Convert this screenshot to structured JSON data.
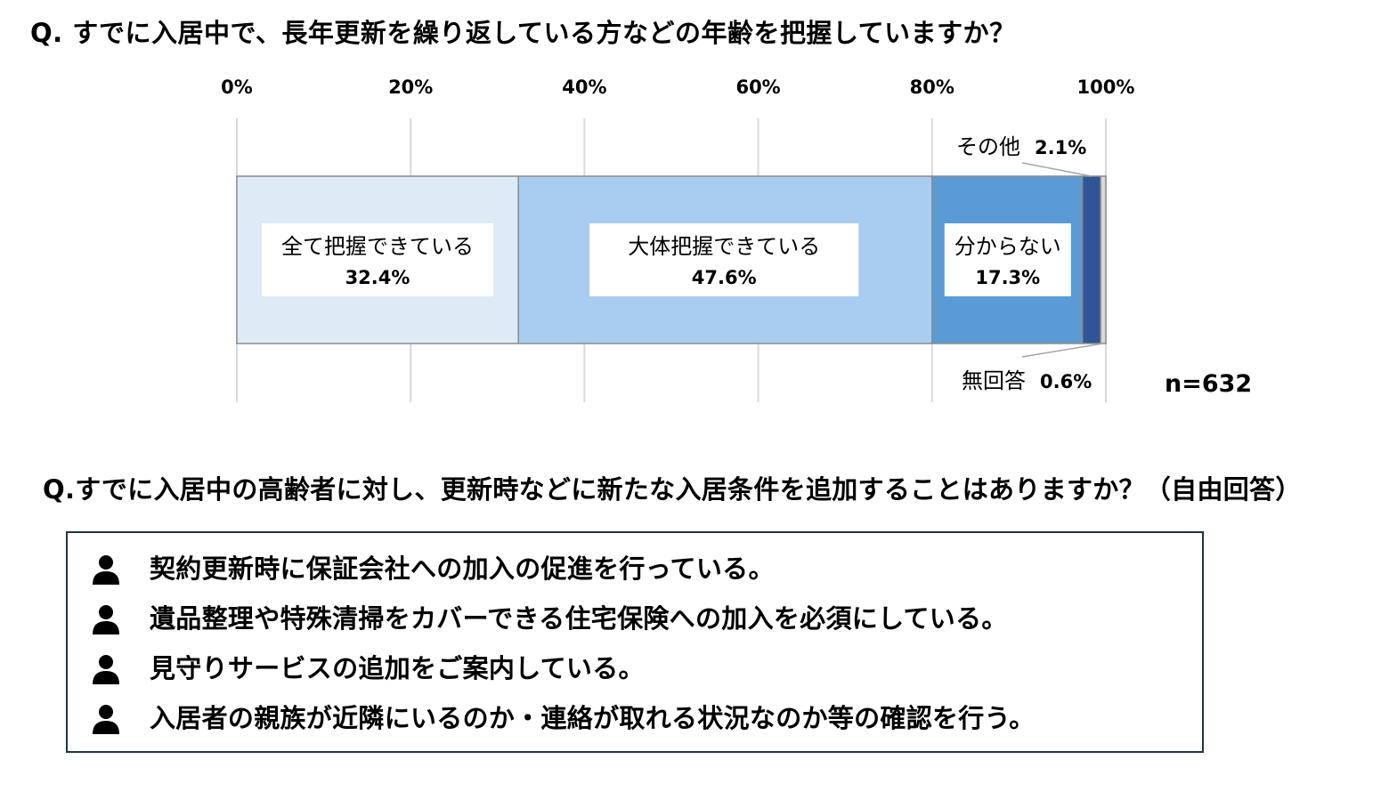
{
  "question1": "Q.  すでに入居中で、長年更新を繰り返している方などの年齢を把握していますか？",
  "question2": "Q.すでに入居中の高齢者に対し、更新時などに新たな入居条件を追加することはありますか？（自由回答）",
  "chart_data": {
    "type": "bar",
    "orientation": "horizontal-stacked-100",
    "x_ticks": [
      "0%",
      "20%",
      "40%",
      "60%",
      "80%",
      "100%"
    ],
    "xlim": [
      0,
      100
    ],
    "grid": true,
    "series": [
      {
        "name": "全て把握できている",
        "value": 32.4,
        "label": "32.4%",
        "color": "#ddebf7"
      },
      {
        "name": "大体把握できている",
        "value": 47.6,
        "label": "47.6%",
        "color": "#a9cdf0"
      },
      {
        "name": "分からない",
        "value": 17.3,
        "label": "17.3%",
        "color": "#5b9bd5"
      },
      {
        "name": "その他",
        "value": 2.1,
        "label": "2.1%",
        "color": "#2f5597"
      },
      {
        "name": "無回答",
        "value": 0.6,
        "label": "0.6%",
        "color": "#d9d9d9"
      }
    ],
    "sample_size": "n=632"
  },
  "answers": [
    {
      "icon": "person-icon",
      "text": "契約更新時に保証会社への加入の促進を行っている。"
    },
    {
      "icon": "person-icon",
      "text": "遺品整理や特殊清掃をカバーできる住宅保険への加入を必須にしている。"
    },
    {
      "icon": "person-icon",
      "text": "見守りサービスの追加をご案内している。"
    },
    {
      "icon": "person-icon",
      "text": "入居者の親族が近隣にいるのか・連絡が取れる状況なのか等の確認を行う。"
    }
  ]
}
